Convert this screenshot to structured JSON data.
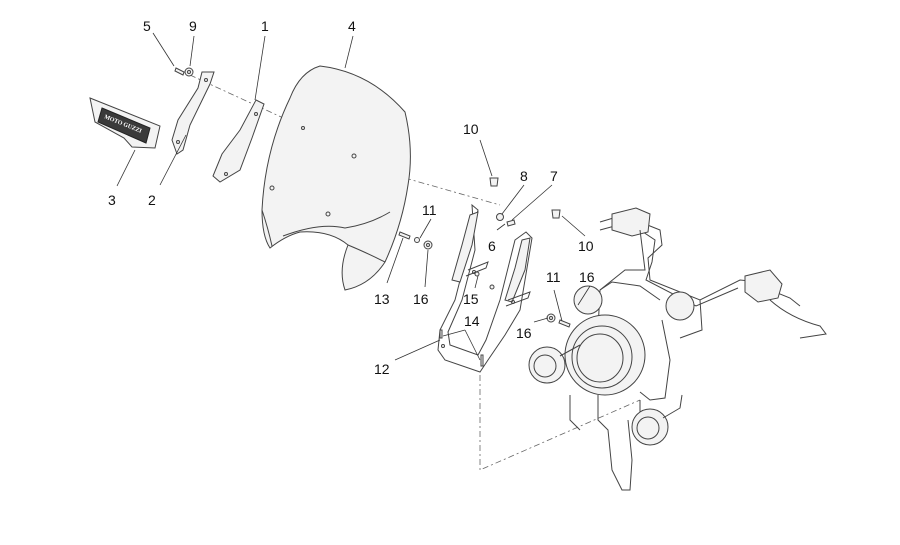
{
  "logo_text": "MOTO GUZZI",
  "callouts": [
    {
      "id": "c1",
      "label": "1"
    },
    {
      "id": "c2",
      "label": "2"
    },
    {
      "id": "c3",
      "label": "3"
    },
    {
      "id": "c4",
      "label": "4"
    },
    {
      "id": "c5",
      "label": "5"
    },
    {
      "id": "c6",
      "label": "6"
    },
    {
      "id": "c7",
      "label": "7"
    },
    {
      "id": "c8",
      "label": "8"
    },
    {
      "id": "c9",
      "label": "9"
    },
    {
      "id": "c10a",
      "label": "10"
    },
    {
      "id": "c10b",
      "label": "10"
    },
    {
      "id": "c11a",
      "label": "11"
    },
    {
      "id": "c11b",
      "label": "11"
    },
    {
      "id": "c12",
      "label": "12"
    },
    {
      "id": "c13",
      "label": "13"
    },
    {
      "id": "c14",
      "label": "14"
    },
    {
      "id": "c15",
      "label": "15"
    },
    {
      "id": "c16a",
      "label": "16"
    },
    {
      "id": "c16b",
      "label": "16"
    },
    {
      "id": "c16c",
      "label": "16"
    }
  ]
}
